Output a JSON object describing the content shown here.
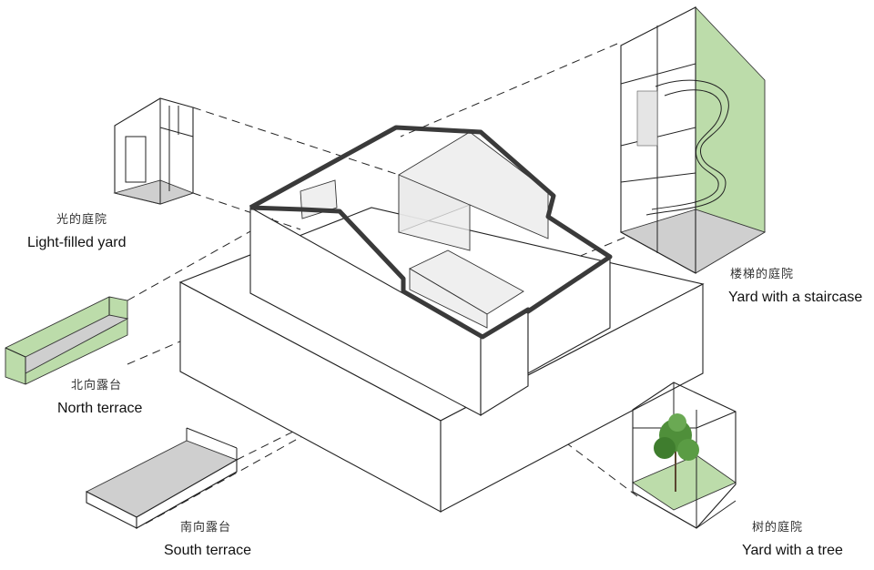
{
  "labels": {
    "light_yard": {
      "zh": "光的庭院",
      "en": "Light-filled yard"
    },
    "north_terrace": {
      "zh": "北向露台",
      "en": "North terrace"
    },
    "south_terrace": {
      "zh": "南向露台",
      "en": "South terrace"
    },
    "staircase_yard": {
      "zh": "楼梯的庭院",
      "en": "Yard with a staircase"
    },
    "tree_yard": {
      "zh": "树的庭院",
      "en": "Yard with a tree"
    }
  },
  "colors": {
    "green": "#bcdcaa",
    "grey": "#cfcfcf",
    "line": "#222222",
    "roof_outline": "#3a3a3a"
  }
}
